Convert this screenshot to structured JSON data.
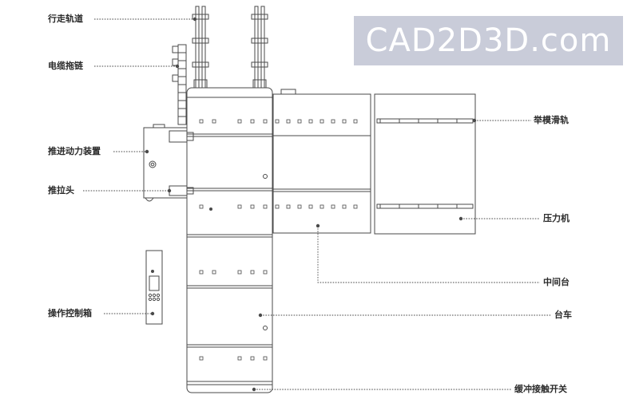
{
  "watermark": "CAD2D3D.com",
  "labels": {
    "track": "行走轨道",
    "cable_chain": "电缆拖链",
    "push_drive": "推进动力装置",
    "pull_head": "推拉头",
    "control_box": "操作控制箱",
    "lift_rail": "举模滑轨",
    "press": "压力机",
    "middle_table": "中间台",
    "trolley": "台车",
    "buffer_switch": "缓冲接触开关"
  },
  "colors": {
    "line": "#4a4a4a",
    "label": "#2a2a2a",
    "watermark_bg": "#c9ccd9",
    "watermark_text": "#ffffff"
  }
}
